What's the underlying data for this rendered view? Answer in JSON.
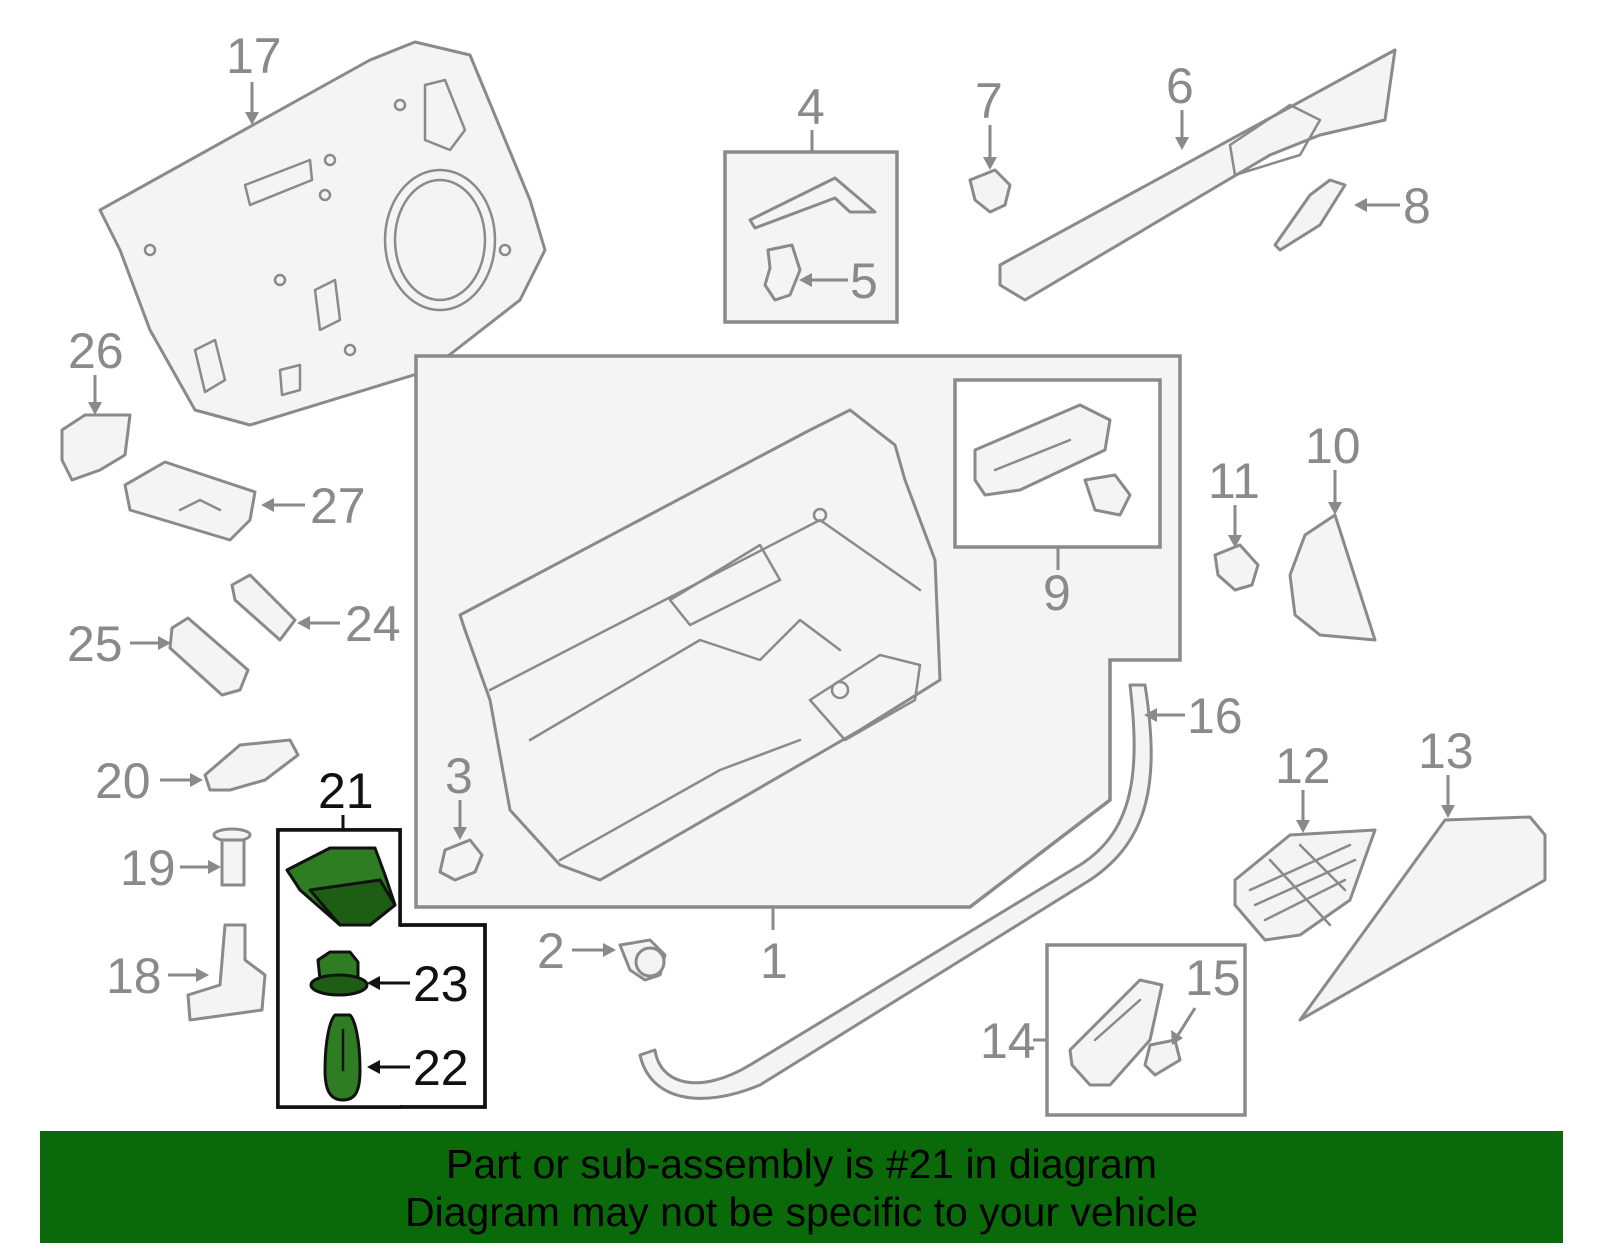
{
  "callouts": {
    "c1": "1",
    "c2": "2",
    "c3": "3",
    "c4": "4",
    "c5": "5",
    "c6": "6",
    "c7": "7",
    "c8": "8",
    "c9": "9",
    "c10": "10",
    "c11": "11",
    "c12": "12",
    "c13": "13",
    "c14": "14",
    "c15": "15",
    "c16": "16",
    "c17": "17",
    "c18": "18",
    "c19": "19",
    "c20": "20",
    "c21": "21",
    "c22": "22",
    "c23": "23",
    "c24": "24",
    "c25": "25",
    "c26": "26",
    "c27": "27"
  },
  "highlight_color": "#2f7d22",
  "footer": {
    "line1": "Part or sub-assembly is #21 in diagram",
    "line2": "Diagram may not be specific to your vehicle",
    "background": "#0a6a0a"
  }
}
